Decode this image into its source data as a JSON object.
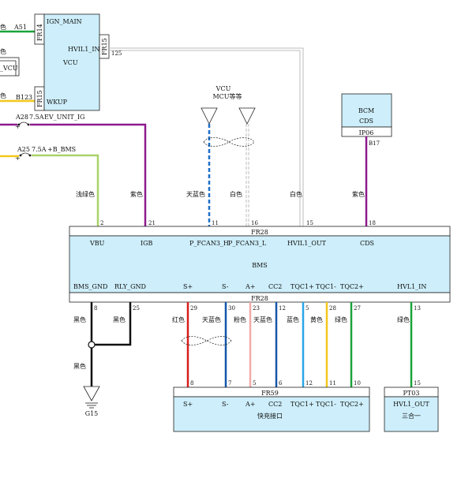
{
  "colors": {
    "box_fill": "#cdeefa",
    "green": "#1aa33a",
    "purple": "#8e1a8e",
    "light_green": "#a8d468",
    "yellow": "#f2c81c",
    "sky_blue": "#1e6fc8",
    "white_wire": "#bdbdbd",
    "black": "#111111",
    "red": "#d81e1e",
    "dark_blue": "#1556a8",
    "pink": "#f2aaaa",
    "light_blue": "#2aa6e6"
  },
  "vcu": {
    "name": "VCU",
    "pin_ign": "IGN_MAIN",
    "conn_left_top": "FR14",
    "pin_hvil": "HVIL1_IN",
    "conn_right": "FR15",
    "pin_wkup": "WKUP",
    "conn_left_bottom": "FR15",
    "wire_left_top": "A51",
    "wire_left_bottom": "B123",
    "wire_right_num": "125",
    "label_ign_color": "色",
    "label_wkup_color": "色",
    "label_side": "色",
    "side_box_label": "_VCU"
  },
  "fuses": {
    "fuse1_id": "A28",
    "fuse1_rating": "7.5A",
    "fuse1_name": "EV_UNIT_IG",
    "fuse2_id": "A25",
    "fuse2_rating": "7.5A",
    "fuse2_name": "+B_BMS"
  },
  "bcm": {
    "line1": "BCM",
    "line2": "CDS",
    "connector": "IP06",
    "pin": "B17"
  },
  "antenna": {
    "line1": "VCU",
    "line2": "MCU等等"
  },
  "top_wires": [
    {
      "color_label": "浅绿色",
      "pin": "2"
    },
    {
      "color_label": "紫色",
      "pin": "21"
    },
    {
      "color_label": "天蓝色",
      "pin": "11"
    },
    {
      "color_label": "白色",
      "pin": "16"
    },
    {
      "color_label": "白色",
      "pin": "15"
    },
    {
      "color_label": "紫色",
      "pin": "18"
    }
  ],
  "bms": {
    "name": "BMS",
    "conn_top": "FR28",
    "conn_bottom": "FR28",
    "top_pins": [
      "VBU",
      "IGB",
      "P_FCAN3_H",
      "P_FCAN3_L",
      "HVIL1_OUT",
      "CDS"
    ],
    "bottom_pins": [
      "BMS_GND",
      "RLY_GND",
      "S+",
      "S-",
      "A+",
      "CC2",
      "TQC1+",
      "TQC1-",
      "TQC2+",
      "HVL1_IN"
    ]
  },
  "bottom_wires": [
    {
      "pin": "8",
      "color_label": "黑色"
    },
    {
      "pin": "25",
      "color_label": "黑色"
    },
    {
      "pin": "29",
      "color_label": "红色"
    },
    {
      "pin": "30",
      "color_label": "天蓝色"
    },
    {
      "pin": "23",
      "color_label": "粉色"
    },
    {
      "pin": "12",
      "color_label": "天蓝色"
    },
    {
      "pin": "5",
      "color_label": "蓝色"
    },
    {
      "pin": "28",
      "color_label": "黄色"
    },
    {
      "pin": "27",
      "color_label": "绿色"
    },
    {
      "pin": "13",
      "color_label": "绿色"
    }
  ],
  "ground": {
    "color_label": "黑色",
    "id": "G15"
  },
  "charge_port": {
    "name": "快充接口",
    "connector": "FR59",
    "pin_labels": [
      "S+",
      "S-",
      "A+",
      "CC2",
      "TQC1+",
      "TQC1-",
      "TQC2+"
    ],
    "pins": [
      "8",
      "7",
      "5",
      "6",
      "12",
      "11",
      "10"
    ]
  },
  "pt03": {
    "connector": "PT03",
    "pin_label": "HVL1_OUT",
    "name": "三合一",
    "pin": "15"
  }
}
